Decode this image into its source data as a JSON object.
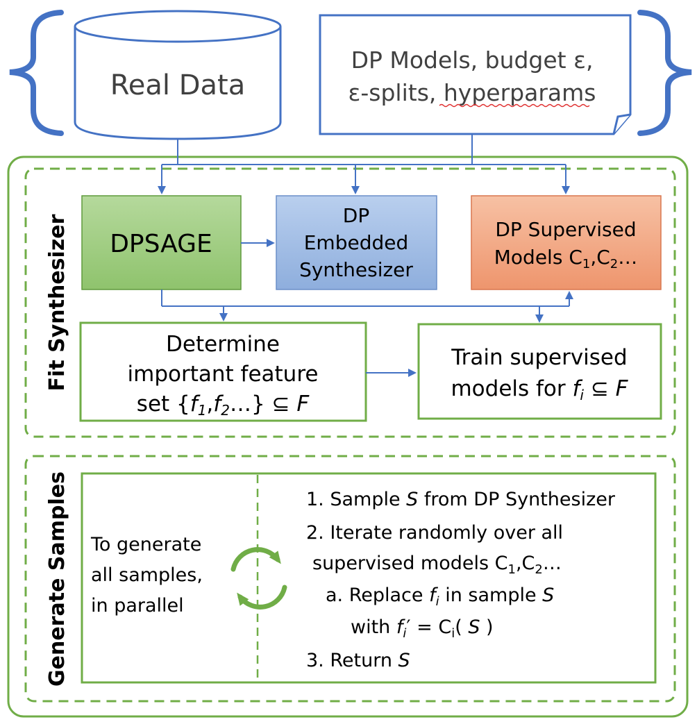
{
  "inputs": {
    "real_data": "Real Data",
    "params_line1": "DP Models, budget ε,",
    "params_line2_a": "ε-splits, ",
    "params_line2_b": "hyperparams"
  },
  "fit": {
    "section_label": "Fit Synthesizer",
    "dpsage": "DPSAGE",
    "embedded_line1": "DP",
    "embedded_line2": "Embedded",
    "embedded_line3": "Synthesizer",
    "supervised_line1": "DP Supervised",
    "supervised_prefix": "Models C",
    "supervised_mid": ",C",
    "supervised_suffix": "…",
    "sub1": "1",
    "sub2": "2",
    "determine_line1": "Determine",
    "determine_line2": "important feature",
    "determine_line3_a": "set {",
    "determine_f": "f",
    "determine_line3_comma": ",",
    "determine_line3_b": "…} ⊆ ",
    "determine_F": "F",
    "train_line1": "Train supervised",
    "train_line2_a": "models for ",
    "train_fi": "f",
    "train_i": "i",
    "train_line2_b": " ⊆ ",
    "train_F": "F"
  },
  "generate": {
    "section_label": "Generate Samples",
    "left_line1": "To generate",
    "left_line2": "all samples,",
    "left_line3": "in parallel",
    "step1_a": "1. Sample ",
    "S": "S",
    "step1_b": " from DP Synthesizer",
    "step2_line1": "2. Iterate randomly over all",
    "step2_line2_a": "supervised models C",
    "step2_line2_b": ",C",
    "step2_line2_c": "…",
    "step2a_a": "a. Replace ",
    "step2a_b": " in sample ",
    "step2a2_a": "with ",
    "step2a2_b": "′ = C",
    "step2a2_c": "( ",
    "step2a2_d": " )",
    "step3_a": "3. Return "
  },
  "colors": {
    "blue": "#4472c4",
    "green": "#70ad47",
    "dpsage_fill": "#a9d18e",
    "embedded_fill": "#a4bfe6",
    "supervised_fill": "#f4a582"
  }
}
